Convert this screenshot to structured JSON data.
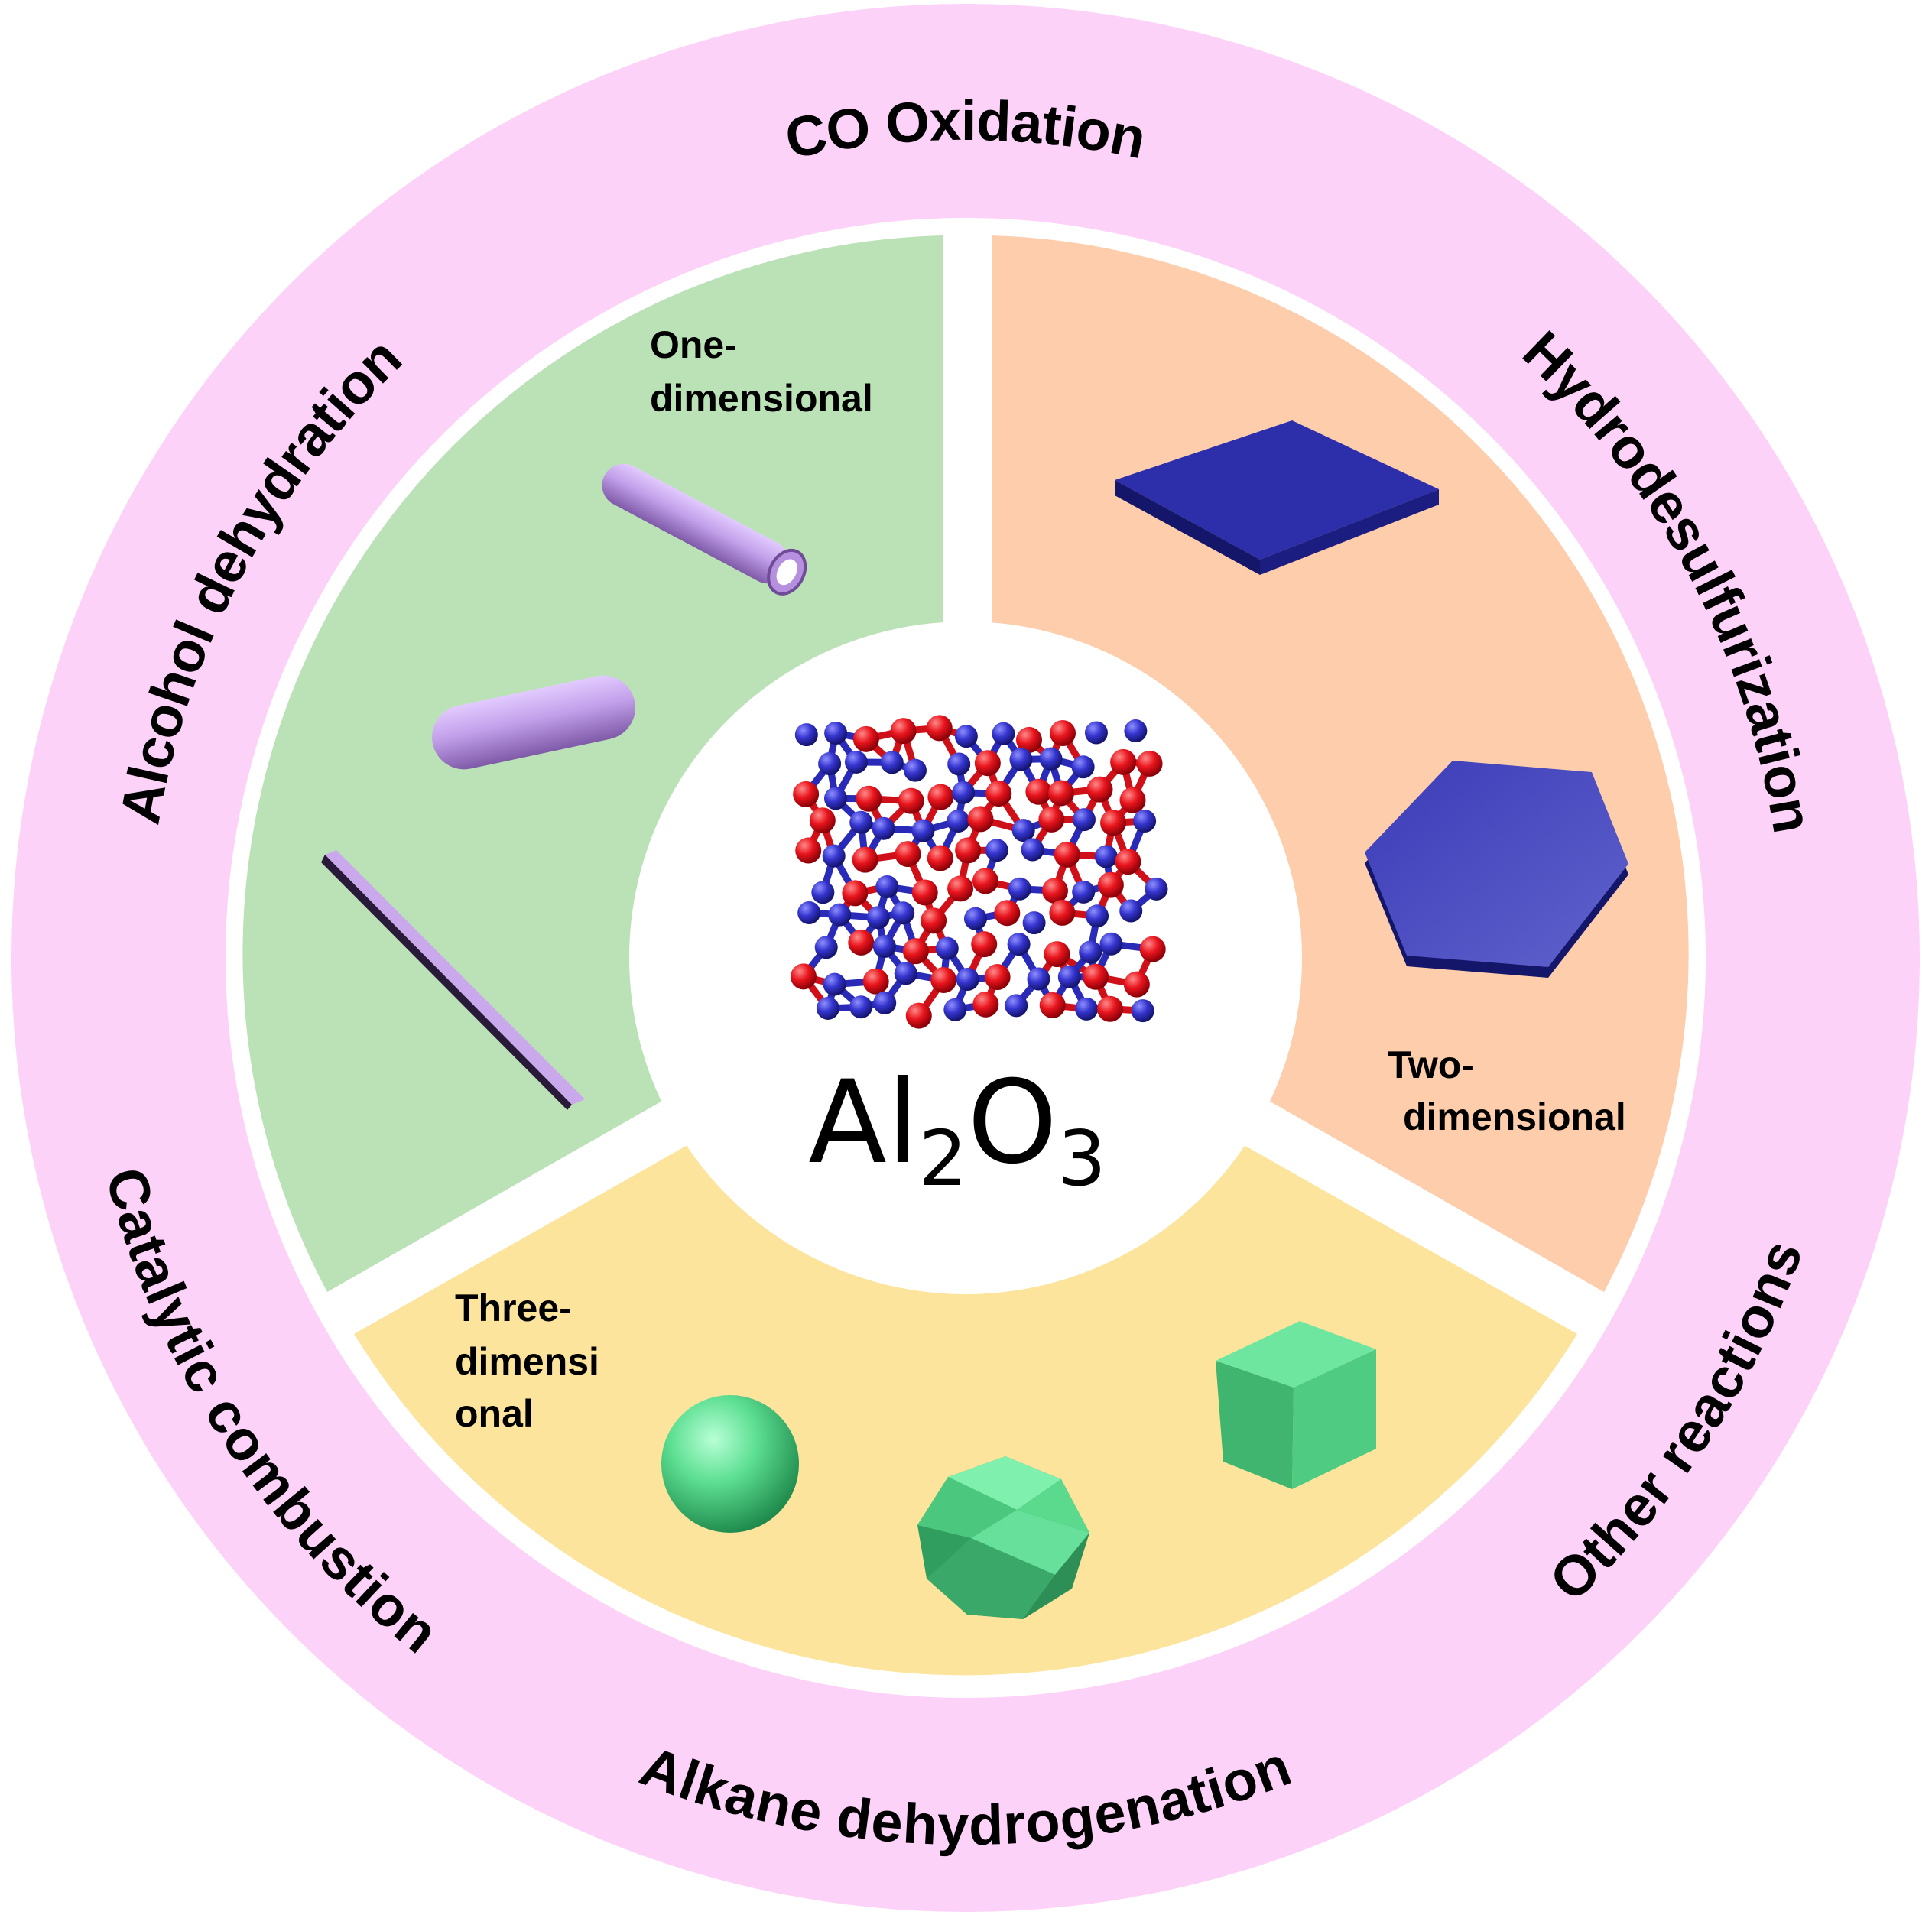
{
  "center": {
    "formula_main": "Al",
    "sub1": "2",
    "mid": "O",
    "sub2": "3"
  },
  "ring_labels": {
    "top": "CO Oxidation",
    "upper_left": "Alcohol dehydration",
    "upper_right": "Hydrodesulfurization",
    "lower_left": "Catalytic combustion",
    "lower_right": "Other reactions",
    "bottom": "Alkane dehydrogenation"
  },
  "sectors": {
    "one_d": {
      "line1": "One-",
      "line2": "dimensional"
    },
    "two_d": {
      "line1": "Two-",
      "line2": "dimensional"
    },
    "three_d": {
      "line1": "Three-",
      "line2": "dimensi",
      "line3": "onal"
    }
  },
  "colors": {
    "outer_ring": "#fdd2f8",
    "one_d_sector": "#bbe1b6",
    "two_d_sector": "#fdcdac",
    "three_d_sector": "#fde49c",
    "rod_purple": "#c9a8ec",
    "sheet_blue": "#2f31b0",
    "solid_green": "#55d98a",
    "atom_red": "#e8141c",
    "atom_blue": "#3535d0"
  }
}
